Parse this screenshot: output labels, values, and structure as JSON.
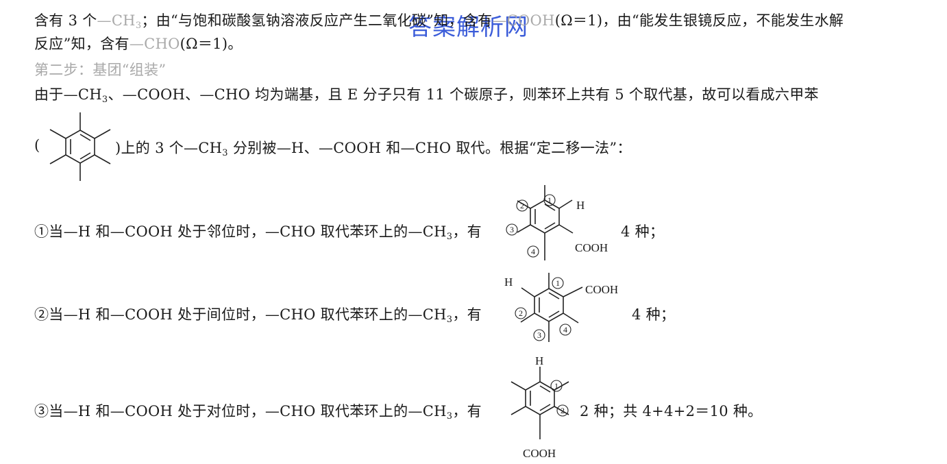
{
  "watermark": "答案解析网",
  "line1": {
    "a": "含有 3 个",
    "g1": "—CH",
    "g1_sub": "3",
    "b": "；由“与饱和碳酸氢钠溶液反应产生二氧化碳”知，含有",
    "g2": "—COOH",
    "c": "(Ω＝1)，由“能发生银镜反应，不能发生水解"
  },
  "line2": {
    "a": "反应”知，含有",
    "g": "—CHO",
    "b": "(Ω＝1)。"
  },
  "step_heading": "第二步：基团“组装”",
  "line3": {
    "a": "由于—CH",
    "a_sub": "3",
    "b": "、—COOH、—CHO 均为端基，且 E 分子只有 11 个碳原子，则苯环上共有 5 个取代基，故可以看成六甲苯"
  },
  "line4": {
    "open": "(",
    "a": ")上的 3 个—CH",
    "a_sub": "3",
    "b": " 分别被—H、—COOH 和—CHO 取代。根据“定二移一法”："
  },
  "case1": {
    "a": "①当—H 和—COOH 处于邻位时，—CHO 取代苯环上的—CH",
    "a_sub": "3",
    "b": "，有",
    "count": "4 种；"
  },
  "case2": {
    "a": "②当—H 和—COOH 处于间位时，—CHO 取代苯环上的—CH",
    "a_sub": "3",
    "b": "，有",
    "count": "4 种；"
  },
  "case3": {
    "a": "③当—H 和—COOH 处于对位时，—CHO 取代苯环上的—CH",
    "a_sub": "3",
    "b": "，有",
    "count": "2 种；共 4+4+2＝10 种。"
  },
  "structures": {
    "s1": {
      "h": "H",
      "cooh": "COOH",
      "n1": "1",
      "n2": "2",
      "n3": "3",
      "n4": "4"
    },
    "s2": {
      "h": "H",
      "cooh": "COOH",
      "n1": "1",
      "n2": "2",
      "n3": "3",
      "n4": "4"
    },
    "s3": {
      "h": "H",
      "cooh": "COOH",
      "n1": "1",
      "n2": "2"
    }
  }
}
